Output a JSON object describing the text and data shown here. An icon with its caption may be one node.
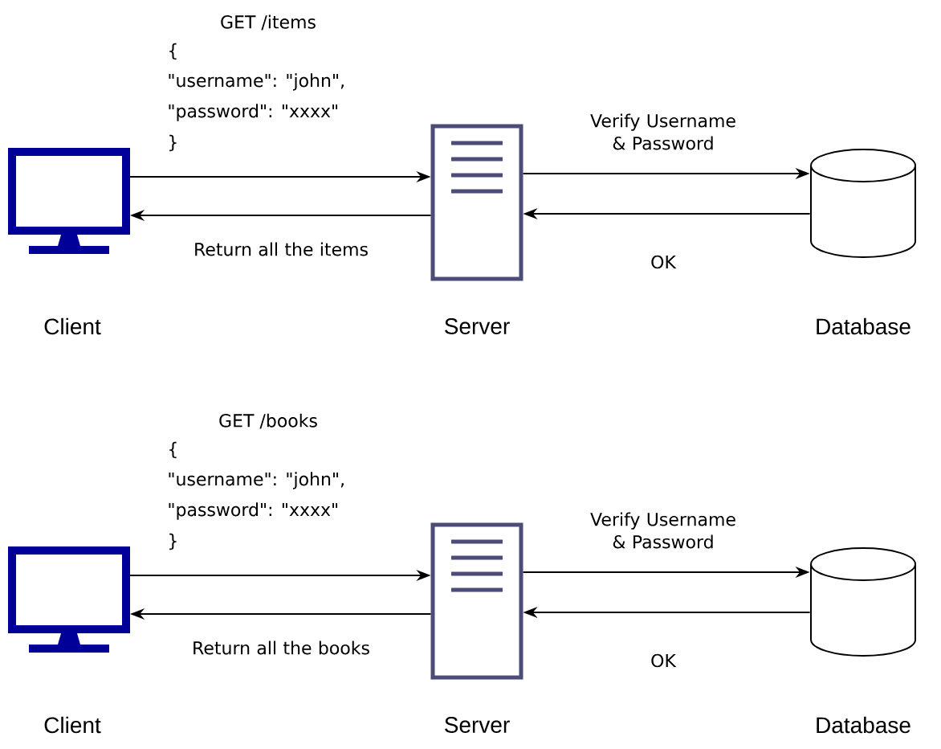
{
  "diagram": {
    "nodes": [
      {
        "text": [],
        "shape": "monitor",
        "beside": [
          "Client"
        ]
      },
      {
        "text": [],
        "shape": "server",
        "beside": [
          "Server"
        ]
      },
      {
        "text": [],
        "shape": "cylinder",
        "beside": [
          "Database"
        ]
      },
      {
        "text": [],
        "shape": "monitor",
        "beside": [
          "Client"
        ]
      },
      {
        "text": [],
        "shape": "server",
        "beside": [
          "Server"
        ]
      },
      {
        "text": [],
        "shape": "cylinder",
        "beside": [
          "Database"
        ]
      }
    ],
    "edges": [
      {
        "from": 0,
        "to": 1,
        "arrow": "to"
      },
      {
        "from": 1,
        "to": 0,
        "arrow": "to",
        "label": "Return all the items"
      },
      {
        "from": 1,
        "to": 2,
        "arrow": "to",
        "label": "Verify Username & Password"
      },
      {
        "from": 2,
        "to": 1,
        "arrow": "to",
        "label": "OK"
      },
      {
        "from": 3,
        "to": 4,
        "arrow": "to"
      },
      {
        "from": 4,
        "to": 3,
        "arrow": "to",
        "label": "Return all the books"
      },
      {
        "from": 4,
        "to": 5,
        "arrow": "to",
        "label": "Verify Username & Password"
      },
      {
        "from": 5,
        "to": 4,
        "arrow": "to",
        "label": "OK"
      }
    ],
    "labels": [
      "GET /items",
      "{",
      "\"username\": \"john\",",
      "\"password\": \"xxxx\"",
      "}",
      "GET /books",
      "{",
      "\"username\": \"john\",",
      "\"password\": \"xxxx\"",
      "}"
    ]
  }
}
